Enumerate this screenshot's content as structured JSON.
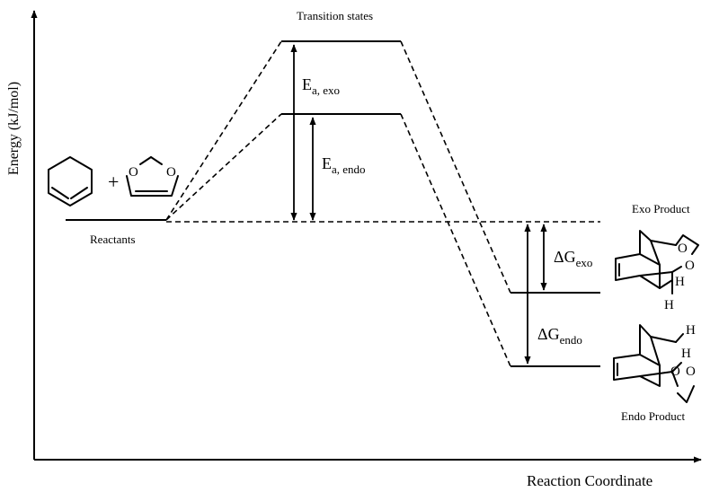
{
  "axes": {
    "y_label": "Energy (kJ/mol)",
    "x_label": "Reaction Coordinate"
  },
  "labels": {
    "transition_states": "Transition states",
    "reactants": "Reactants",
    "plus": "+",
    "exo_product": "Exo Product",
    "endo_product": "Endo Product"
  },
  "energies": {
    "ea_exo": {
      "main": "E",
      "sub": "a, exo"
    },
    "ea_endo": {
      "main": "E",
      "sub": "a, endo"
    },
    "dg_exo": {
      "main": "ΔG",
      "sub": "exo"
    },
    "dg_endo": {
      "main": "ΔG",
      "sub": "endo"
    }
  },
  "atoms": {
    "oxygen": "O",
    "hydrogen": "H"
  }
}
